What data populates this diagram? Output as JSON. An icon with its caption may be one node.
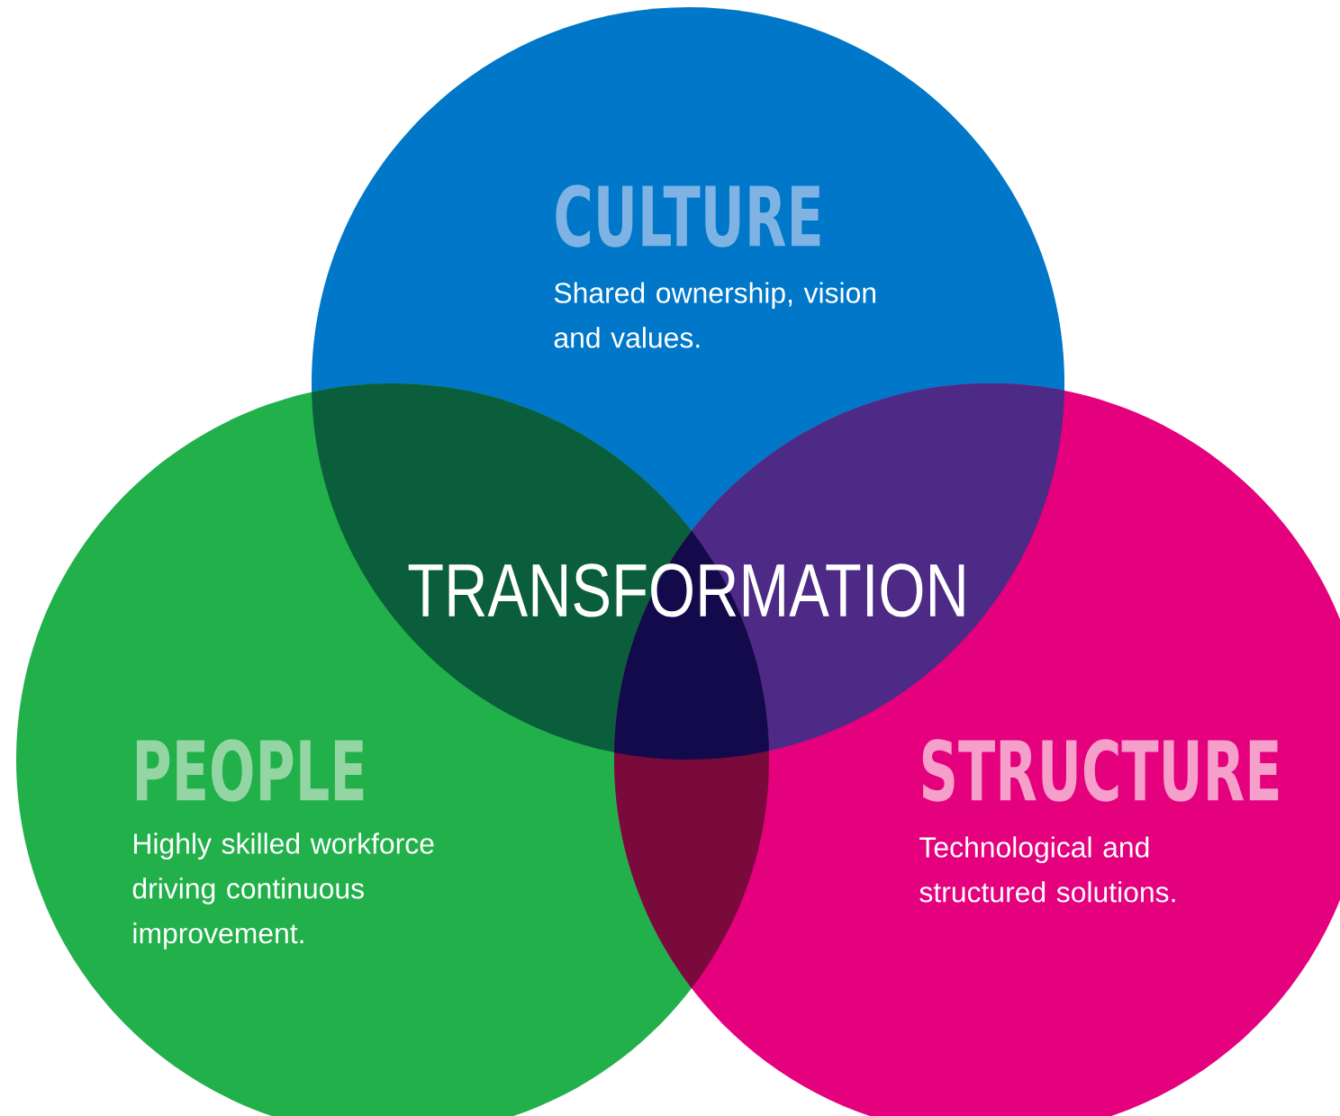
{
  "diagram": {
    "nodes": [
      {
        "text": [
          "CULTURE",
          "Shared ownership, vision and values."
        ]
      },
      {
        "text": [
          "PEOPLE",
          "Highly skilled workforce driving continuous improvement."
        ]
      },
      {
        "text": [
          "STRUCTURE",
          "Technological and structured solutions."
        ]
      }
    ],
    "labels": [
      "TRANSFORMATION"
    ]
  }
}
